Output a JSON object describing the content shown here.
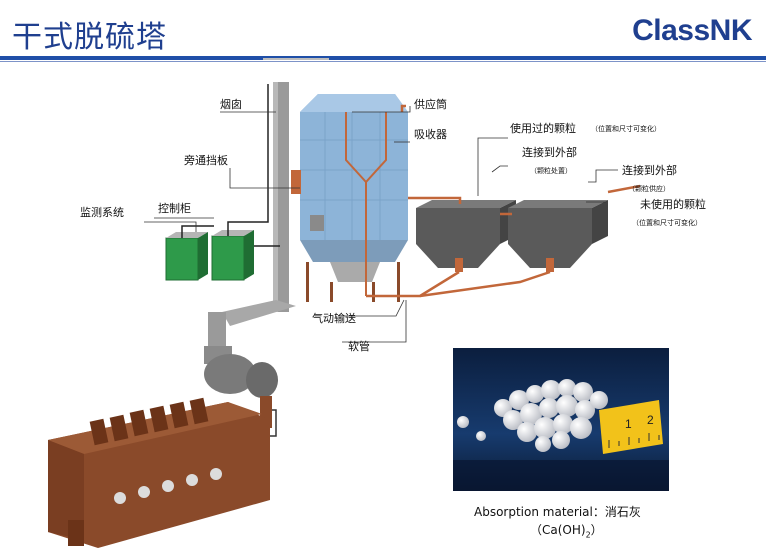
{
  "header": {
    "title": "干式脱硫塔",
    "logo": "ClassNK"
  },
  "labels": {
    "chimney": "烟囱",
    "bypass": "旁通挡板",
    "monitoring": "监测系统",
    "control": "控制柜",
    "supply_bin": "供应筒",
    "absorber": "吸收器",
    "used_pellets": "使用过的颗粒",
    "used_note": "（位置和尺寸可变化）",
    "connect_outside_1": "连接到外部",
    "disposal_note": "（颗粒处置）",
    "connect_outside_2": "连接到外部",
    "supply_note": "（颗粒供应）",
    "unused_pellets": "未使用的颗粒",
    "unused_note": "（位置和尺寸可变化）",
    "pneumatic": "气动输送",
    "hose": "软管"
  },
  "caption": {
    "text": "Absorption material：消石灰",
    "formula_prefix": "（Ca(OH)",
    "formula_sub": "2",
    "formula_suffix": "）"
  },
  "ruler": {
    "marks": [
      "1",
      "2"
    ]
  },
  "colors": {
    "accent": "#1f3f8f",
    "tower": "#8db4d8",
    "pipe": "#c2673a",
    "hopper": "#5a5a5a",
    "cabinet": "#2e9a4a",
    "engine": "#8a4a2a"
  }
}
